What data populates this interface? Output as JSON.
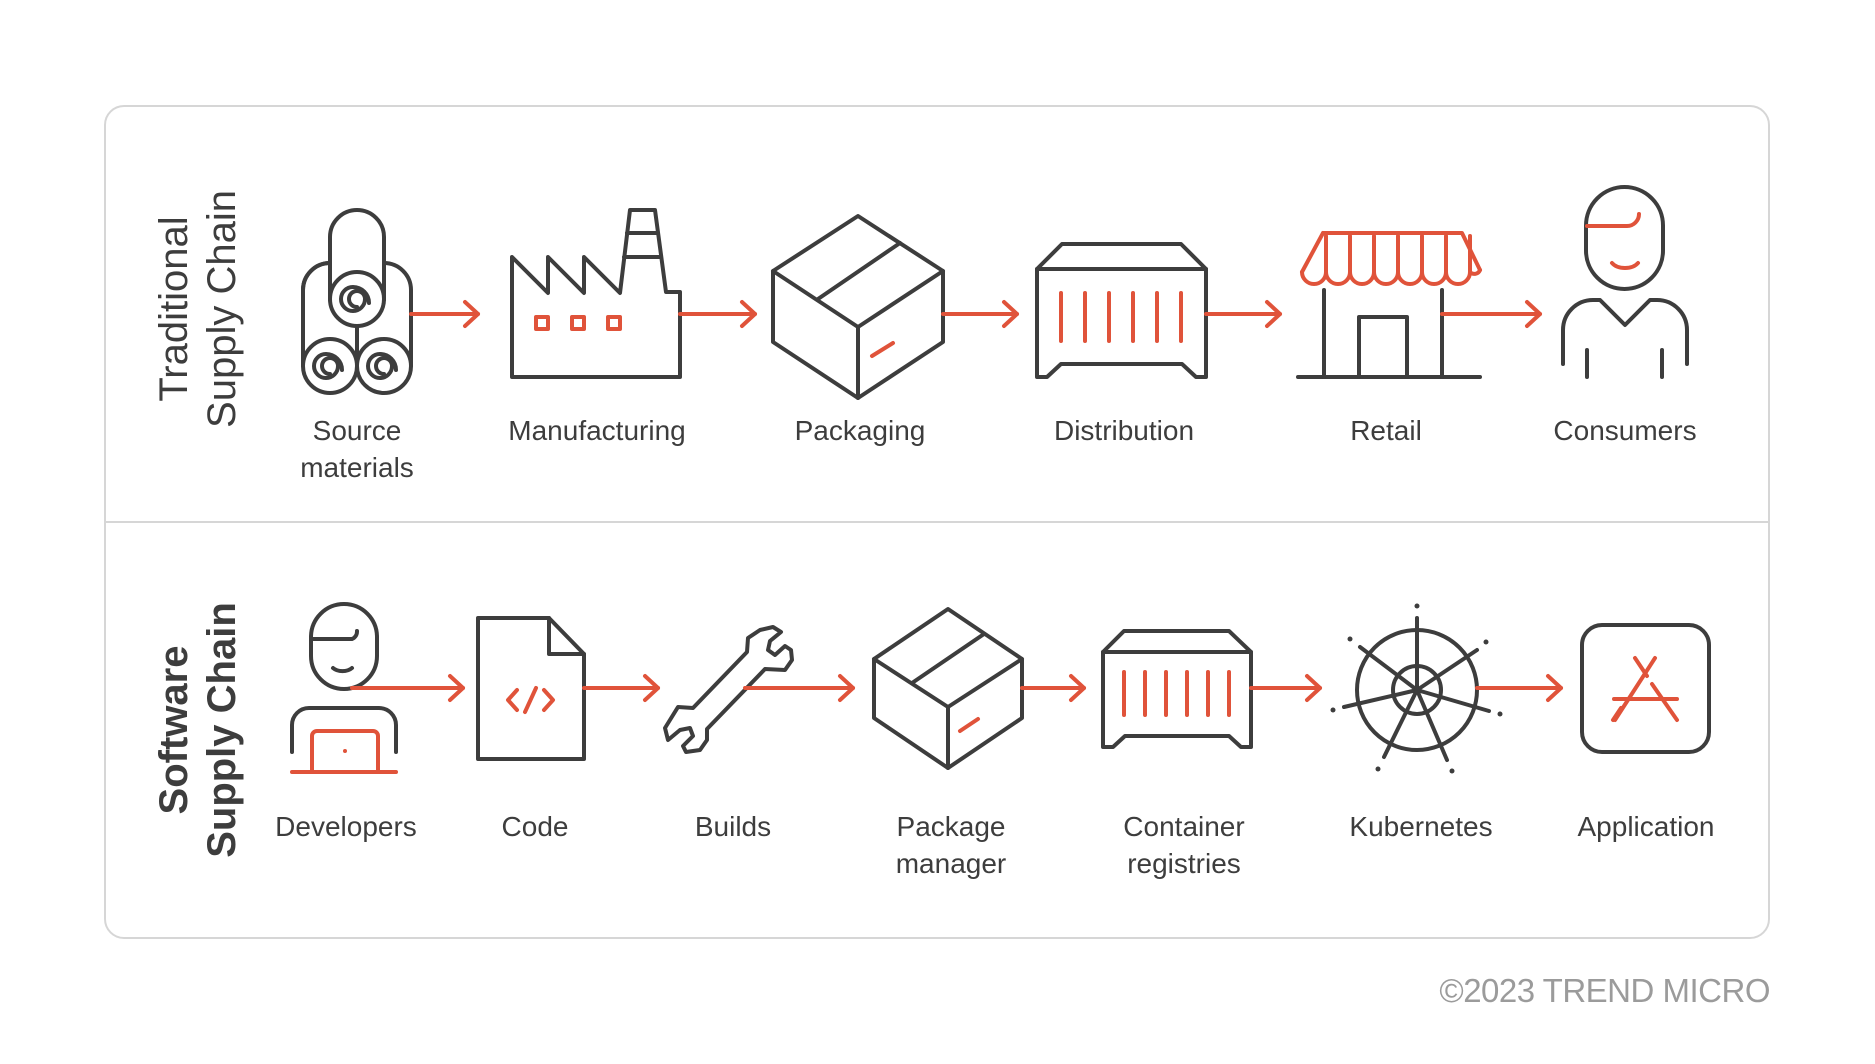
{
  "traditional": {
    "title_line1": "Traditional",
    "title_line2": "Supply Chain",
    "stages": [
      {
        "label": "Source\nmaterials",
        "icon": "raw-materials-rolls-icon"
      },
      {
        "label": "Manufacturing",
        "icon": "factory-icon"
      },
      {
        "label": "Packaging",
        "icon": "package-box-icon"
      },
      {
        "label": "Distribution",
        "icon": "shipping-container-icon"
      },
      {
        "label": "Retail",
        "icon": "storefront-icon"
      },
      {
        "label": "Consumers",
        "icon": "person-icon"
      }
    ]
  },
  "software": {
    "title_line1": "Software",
    "title_line2": "Supply Chain",
    "stages": [
      {
        "label": "Developers",
        "icon": "developer-laptop-icon"
      },
      {
        "label": "Code",
        "icon": "code-file-icon"
      },
      {
        "label": "Builds",
        "icon": "wrench-icon"
      },
      {
        "label": "Package\nmanager",
        "icon": "package-box-icon"
      },
      {
        "label": "Container\nregistries",
        "icon": "shipping-container-icon"
      },
      {
        "label": "Kubernetes",
        "icon": "kubernetes-helm-icon"
      },
      {
        "label": "Application",
        "icon": "app-store-icon"
      }
    ]
  },
  "colors": {
    "accent": "#e0533a",
    "ink": "#3d3d3d",
    "border": "#d6d6d6",
    "muted": "#9b9b9b"
  },
  "footer": {
    "copyright": "©2023 TREND MICRO"
  }
}
